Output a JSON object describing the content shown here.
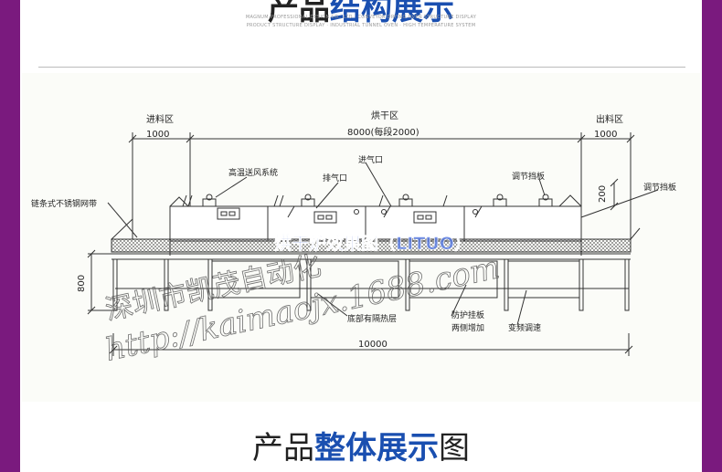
{
  "header": {
    "title_prefix": "产品",
    "title_highlight": "结构展示",
    "fine_print_1": "MAGNUM PROFESSIONAL DESIGN CO., LTD · CONVEYOR DRYING OVEN STRUCTURE DISPLAY",
    "fine_print_2": "PRODUCT STRUCTURE DISPLAY · INDUSTRIAL TUNNEL OVEN · HIGH TEMPERATURE SYSTEM"
  },
  "diagram": {
    "zones": {
      "feed": "进料区",
      "dry": "烘干区",
      "discharge": "出料区"
    },
    "dims": {
      "feed": "1000",
      "dry": "8000(每段2000)",
      "discharge": "1000",
      "height_right": "200",
      "height_left": "800",
      "total_length": "10000"
    },
    "labels": {
      "hot_air": "高温送风系统",
      "exhaust": "排气口",
      "intake": "进气口",
      "baffle_left": "调节挡板",
      "baffle_right": "调节挡板",
      "chain_belt": "链条式不锈钢网带",
      "insulation": "底部有隔热层",
      "guard_1": "防护挂板",
      "guard_2": "两侧增加",
      "vfd": "变频调速"
    },
    "overlay": {
      "banner": "烘干炉效果图（LITUO）",
      "watermark_1": "深圳市凯茂自动化",
      "watermark_2": "http://kaimaojx.1688.com"
    }
  },
  "footer": {
    "title_prefix": "产品",
    "title_highlight": "整体展示",
    "title_suffix": "图"
  },
  "colors": {
    "frame": "#7a1a7e",
    "accent": "#1a4fb0",
    "line": "#333333",
    "banner": "#5b7de0"
  }
}
